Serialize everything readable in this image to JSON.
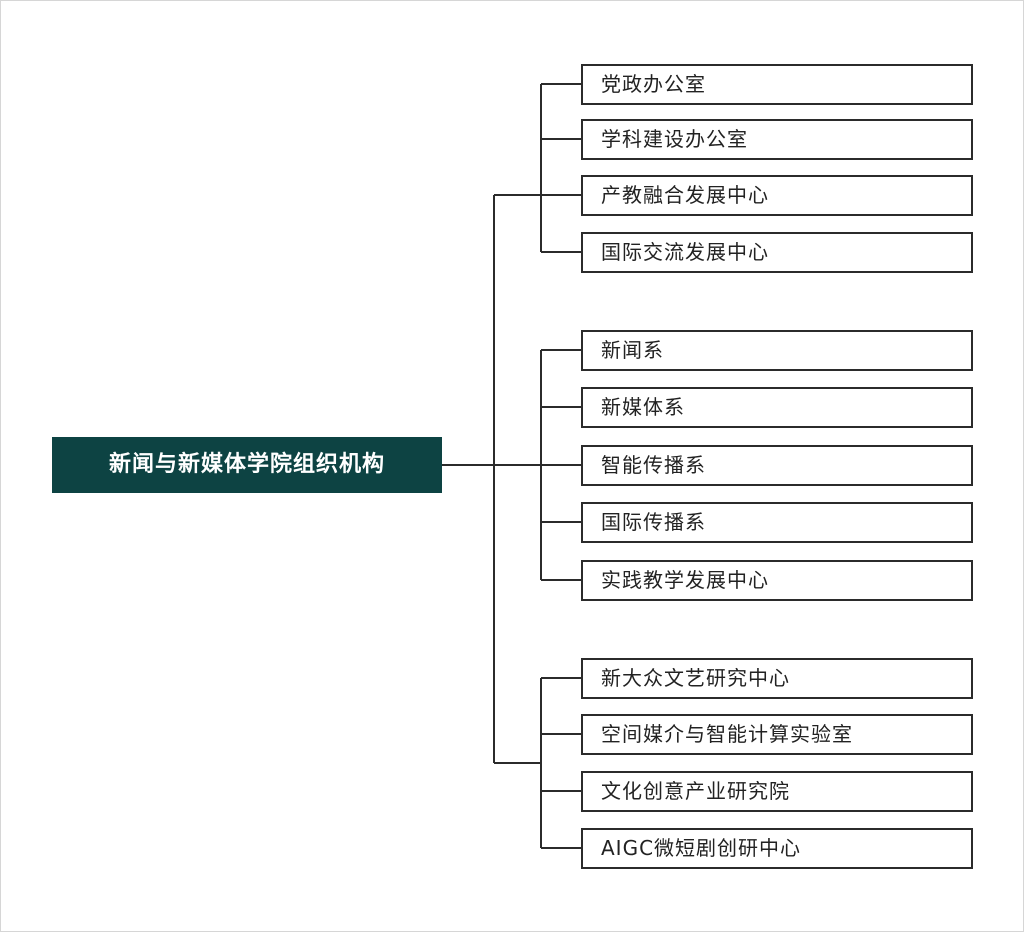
{
  "root": {
    "label": "新闻与新媒体学院组织机构"
  },
  "groups": [
    {
      "items": [
        "党政办公室",
        "学科建设办公室",
        "产教融合发展中心",
        "国际交流发展中心"
      ]
    },
    {
      "items": [
        "新闻系",
        "新媒体系",
        "智能传播系",
        "国际传播系",
        "实践教学发展中心"
      ]
    },
    {
      "items": [
        "新大众文艺研究中心",
        "空间媒介与智能计算实验室",
        "文化创意产业研究院",
        "AIGC微短剧创研中心"
      ]
    }
  ],
  "colors": {
    "root_bg": "#0d4343",
    "root_text": "#ffffff",
    "line": "#2b2b2b",
    "node_border": "#2b2b2b"
  }
}
